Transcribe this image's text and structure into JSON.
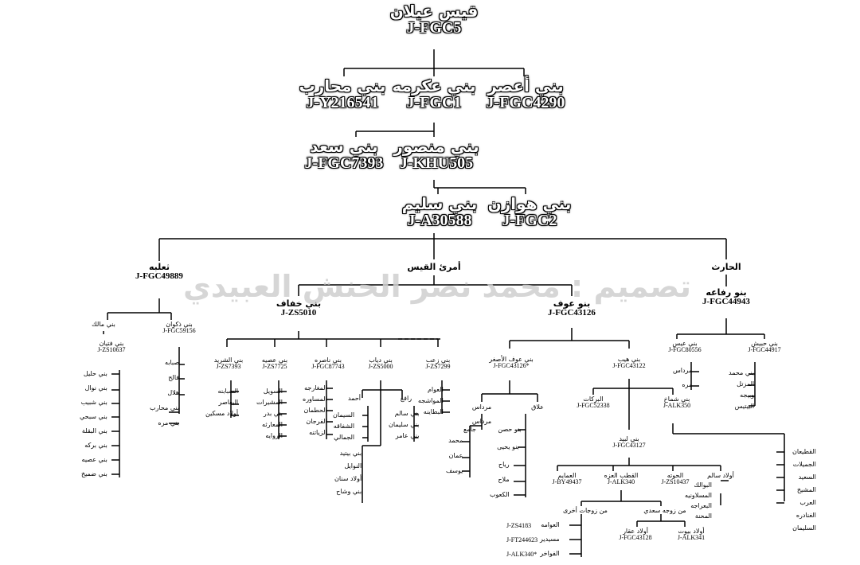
{
  "watermark": "تصميم : محمد نصر الحنش العبيدي",
  "top": {
    "root": {
      "name": "قيس عيلان",
      "code": "J-FGC5"
    },
    "asur": {
      "name": "بني أعصر",
      "code": "J-FGC4290"
    },
    "ikrima": {
      "name": "بني عكرمه",
      "code": "J-FGC1"
    },
    "muharib": {
      "name": "بني محارب",
      "code": "J-Y216541"
    },
    "mansour": {
      "name": "بني منصور",
      "code": "J-KHU505"
    },
    "saad": {
      "name": "بني سعد",
      "code": "J-FGC7393"
    },
    "hawazin": {
      "name": "بني هوازن",
      "code": "J-FGC2"
    },
    "sulaym": {
      "name": "بني سليم",
      "code": "J-A30588"
    }
  },
  "l3": {
    "harith": {
      "name": "الحارث"
    },
    "imruqais": {
      "name": "أمرئ القيس"
    },
    "thaalaba": {
      "name": "ثعلبه",
      "code": "J-FGC49889"
    },
    "rifaa": {
      "name": "بنو رفاعه",
      "code": "J-FGC44943"
    },
    "awf": {
      "name": "بنو عوف",
      "code": "J-FGC43126"
    },
    "khuffaf": {
      "name": "بني خفاف",
      "code": "J-ZS5010"
    }
  },
  "l4": {
    "malik": {
      "name": "بني مالك"
    },
    "fiyan": {
      "name": "بني فتيان",
      "code": "J-ZS10637"
    },
    "dhakwan": {
      "name": "بني ذكوان",
      "code": "J-FGC59156"
    },
    "sharid": {
      "name": "بني الشريد",
      "code": "J-ZS7393"
    },
    "usayya": {
      "name": "بني عصيه",
      "code": "J-ZS7725"
    },
    "nasira": {
      "name": "بني ناصره",
      "code": "J-FGC87743"
    },
    "dhiyab": {
      "name": "بني دياب",
      "code": "J-ZS5000"
    },
    "zaab": {
      "name": "بني زعب",
      "code": "J-ZS7299"
    },
    "awfasghar": {
      "name": "بني عوف الأصغر",
      "code": "J-FGC43126*"
    },
    "habib": {
      "name": "بني هيب",
      "code": "J-FGC43122"
    },
    "abs": {
      "name": "بني عيس",
      "code": "J-FGC80556"
    },
    "hubaysh": {
      "name": "بني حبيش",
      "code": "J-FGC44917"
    }
  },
  "l5": {
    "mirdas1": {
      "name": "مرداس"
    },
    "allaq": {
      "name": "علاق"
    },
    "mirdas2": {
      "name": "مرداس"
    },
    "jamih": {
      "name": "جامع"
    },
    "hasan": {
      "name": "بنو حصن"
    },
    "yahya": {
      "name": "بنو يحيى"
    },
    "ahmad": {
      "name": "أحمد"
    },
    "rafi": {
      "name": "رافع"
    },
    "barakat": {
      "name": "البركات",
      "code": "J-FGC52338"
    },
    "shammakh": {
      "name": "بني شماخ",
      "code": "J-ALK350"
    },
    "labid": {
      "name": "بني لبيد",
      "code": "J-FGC43127"
    },
    "awladsalim": {
      "name": "أولاد سالم"
    },
    "hutna": {
      "name": "الحوته",
      "code": "J-ZS10437"
    },
    "qutb": {
      "name": "القطب العزه",
      "code": "J-ALK340"
    },
    "ayayma": {
      "name": "العمايم",
      "code": "J-BY49437"
    },
    "zawjat_other": {
      "name": "من زوجات أخرى"
    },
    "zawja_saadi": {
      "name": "من زوجه سعدي"
    },
    "awladaqqar": {
      "name": "أولاد عقار",
      "code": "J-FGC43128"
    },
    "awladbuyut": {
      "name": "أولاد بيوت",
      "code": "J-ALK341"
    }
  },
  "lists": {
    "malik": [
      "بني حليل",
      "بني نوال",
      "بني شبيب",
      "بني سبحي",
      "بني البقلة",
      "بني بركه",
      "بني عصيه",
      "بني ضميخ"
    ],
    "dhakwan": [
      "صبابه",
      "فالح",
      "هلال",
      "بني محارب",
      "بني مره"
    ],
    "sharid": [
      "السبابنه",
      "البعاصر",
      "أولاد مسكين"
    ],
    "usayya": [
      "السويل",
      "المشيرات",
      "بني بدر",
      "المعارثه",
      "الروايه"
    ],
    "nasira": [
      "المغارجه",
      "المساوره",
      "الحطمان",
      "الفرجان",
      "الزياتنه"
    ],
    "zaab": [
      "العوام",
      "المواشجه",
      "البطاينه"
    ],
    "rafi": [
      "بني سالم",
      "بني سليمان",
      "بني عامر"
    ],
    "ahmad": [
      "السيمان",
      "الشفاقه",
      "الجمالي"
    ],
    "dhiyab_more": [
      "بني بيتيد",
      "النوايل",
      "أولاد سنان",
      "بني وشاح"
    ],
    "yahya": [
      "رياح",
      "ملاح",
      "الكعوب"
    ],
    "jamih": [
      "محمد",
      "عمان",
      "يوسف"
    ],
    "abs": [
      "مرداس",
      "مره"
    ],
    "hubaysh": [
      "بني محمد",
      "المزتل",
      "وبيجه",
      "البيتيس"
    ],
    "shammakh": [
      "القطيعان",
      "الجميلات",
      "السعيد",
      "المشيخ",
      "العرب",
      "الغنادره",
      "السليمان"
    ],
    "awladsalim": [
      "البوالك",
      "المسلاونيه",
      "البعراجه",
      "المحنة"
    ],
    "other_wives": [
      "العوامه",
      "مسيدير",
      "الفواخر"
    ],
    "other_wives_codes": [
      "J-ZS4183",
      "J-FT244623",
      "J-ALK340*"
    ]
  }
}
